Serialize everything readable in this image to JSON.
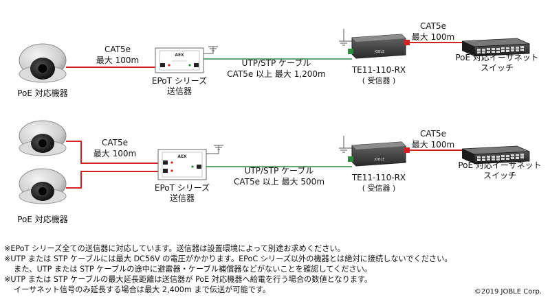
{
  "top": {
    "camera_label": "PoE 対応機器",
    "cable_left_line1": "CAT5e",
    "cable_left_line2": "最大 100m",
    "sender_label_line1": "EPoT シリーズ",
    "sender_label_line2": "送信器",
    "cable_mid_line1": "UTP/STP ケーブル",
    "cable_mid_line2": "CAT5e 以上 最大 1,200m",
    "receiver_label_line1": "TE11-110-RX",
    "receiver_label_line2": "( 受信器 )",
    "cable_right_line1": "CAT5e",
    "cable_right_line2": "最大 100m",
    "switch_label_line1": "PoE 対応イーサネット",
    "switch_label_line2": "スイッチ"
  },
  "bottom": {
    "camera_label": "PoE 対応機器",
    "cable_left_line1": "CAT5e",
    "cable_left_line2": "最大 100m",
    "sender_label_line1": "EPoT シリーズ",
    "sender_label_line2": "送信器",
    "cable_mid_line1": "UTP/STP ケーブル",
    "cable_mid_line2": "CAT5e 以上 最大 500m",
    "receiver_label_line1": "TE11-110-RX",
    "receiver_label_line2": "( 受信器 )",
    "cable_right_line1": "CAT5e",
    "cable_right_line2": "最大 100m",
    "switch_label_line1": "PoE 対応イーサネット",
    "switch_label_line2": "スイッチ"
  },
  "device_text": {
    "sender_logo": "AEX",
    "receiver_logo": "JOBLE"
  },
  "notes": [
    "※EPoT シリーズ全ての送信器に対応しています。送信器は設置環境によって別途お求めください。",
    "※UTP または STP ケーブルには最大 DC56V の電圧がかかります。EPoC シリーズ以外の機器とは絶対に接続しないでください。",
    "また、UTP または STP ケーブルの途中に避雷器・ケーブル補償器などがないことを確認してください。",
    "※UTP または STP ケーブルの最大延長距離は送信器が PoE 対応機器へ給電を行う場合の数値となります。",
    "イーサネット信号のみ延長する場合は最大 2,400m まで伝送が可能です。"
  ],
  "copyright": "©2019 JOBLE Corp.",
  "colors": {
    "poe_cable": "#d42020",
    "utp_cable": "#2e8b3e",
    "ground": "#555555"
  }
}
